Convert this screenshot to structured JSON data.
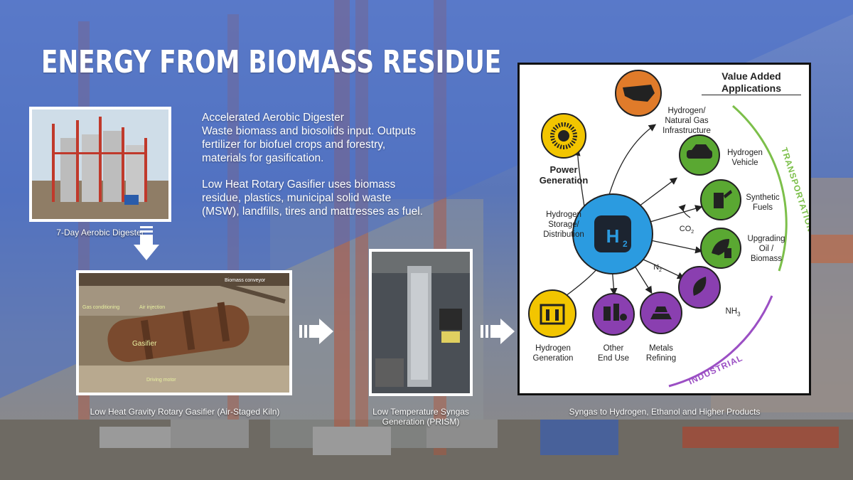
{
  "title": "ENERGY FROM BIOMASS RESIDUE",
  "photos": {
    "digester": {
      "caption": "7-Day Aerobic Digester"
    },
    "gasifier": {
      "caption": "Low Heat Gravity Rotary Gasifier (Air-Staged Kiln)",
      "labels": [
        "Gas conditioning",
        "Air injection",
        "Biomass conveyor",
        "Gasifier",
        "Driving motor"
      ]
    },
    "prism": {
      "caption": "Low Temperature Syngas Generation (PRISM)"
    },
    "diagram": {
      "caption": "Syngas to Hydrogen, Ethanol and Higher Products"
    }
  },
  "description": {
    "p1_heading": "Accelerated Aerobic Digester",
    "p1_text": "Waste biomass and biosolids input. Outputs fertilizer for biofuel crops and forestry, materials for gasification.",
    "p2_heading": "Low Heat Rotary Gasifier",
    "p2_text": " uses biomass residue, plastics, municipal solid waste (MSW), landfills, tires and mattresses as fuel."
  },
  "diagram": {
    "heading_line1": "Value Added",
    "heading_line2": "Applications",
    "center": "H",
    "center_sub": "2",
    "arc_transport": "TRANSPORTATION",
    "arc_industrial": "INDUSTRIAL",
    "nodes": {
      "power": [
        "Power",
        "Generation"
      ],
      "infrastructure": [
        "Hydrogen/",
        "Natural Gas",
        "Infrastructure"
      ],
      "vehicle": [
        "Hydrogen",
        "Vehicle"
      ],
      "synfuels": [
        "Synthetic",
        "Fuels"
      ],
      "upgrading": [
        "Upgrading",
        "Oil /",
        "Biomass"
      ],
      "storage": [
        "Hydrogen",
        "Storage/",
        "Distribution"
      ],
      "nh3": "NH",
      "nh3_sub": "3",
      "metals": [
        "Metals",
        "Refining"
      ],
      "other": [
        "Other",
        "End Use"
      ],
      "generation": [
        "Hydrogen",
        "Generation"
      ],
      "co2": "CO",
      "co2_sub": "2",
      "n2": "N",
      "n2_sub": "2"
    }
  },
  "colors": {
    "orange": "#e07b2a",
    "green": "#5aa832",
    "purple": "#8a3fb0",
    "yellow": "#f2c500",
    "blue": "#2b9be0",
    "arc_green": "#7cbf4a",
    "arc_purple": "#9b4fc4"
  }
}
